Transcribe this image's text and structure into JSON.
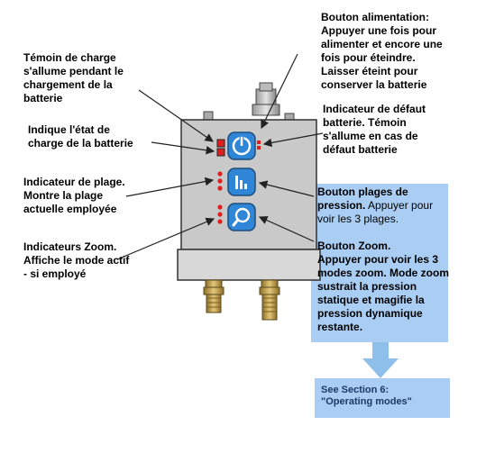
{
  "labels": {
    "power_button": [
      "Bouton alimentation:",
      "Appuyer une fois pour",
      "alimenter et encore une",
      "fois pour éteindre.",
      "Laisser éteint pour",
      "conserver la batterie"
    ],
    "charge_led": [
      "Témoin de charge",
      "s'allume pendant le",
      "chargement de la",
      "batterie"
    ],
    "battery_state": [
      "Indique l'état de",
      "charge de la batterie"
    ],
    "battery_fault": [
      "Indicateur de défaut",
      "batterie. Témoin",
      "s'allume en cas de",
      "défaut batterie"
    ],
    "range_indicator": [
      "Indicateur de plage.",
      "Montre la plage",
      "actuelle employée"
    ],
    "range_button_title": "Bouton plages de",
    "range_button_bold2": "pression.",
    "range_button_rest": " Appuyer pour",
    "range_button_line3": "voir les 3 plages.",
    "zoom_indicators": [
      "Indicateurs Zoom.",
      "Affiche le mode actif",
      "- si employé"
    ],
    "zoom_button_title": "Bouton Zoom.",
    "zoom_button_body": [
      "Appuyer pour voir les 3",
      "modes zoom. Mode zoom",
      "sustrait la pression",
      "statique et magifie la",
      "pression dynamique",
      "restante."
    ]
  },
  "note": {
    "line1": "See Section 6:",
    "line2": "\"Operating modes\""
  },
  "colors": {
    "device_body": "#c9c9c9",
    "device_outline": "#3a3a3a",
    "button_blue": "#2f86d6",
    "led_red": "#e02020",
    "highlight_blue": "#a9cdf3",
    "arrow_blue": "#8ebfeb",
    "brass": "#c8a85a"
  }
}
